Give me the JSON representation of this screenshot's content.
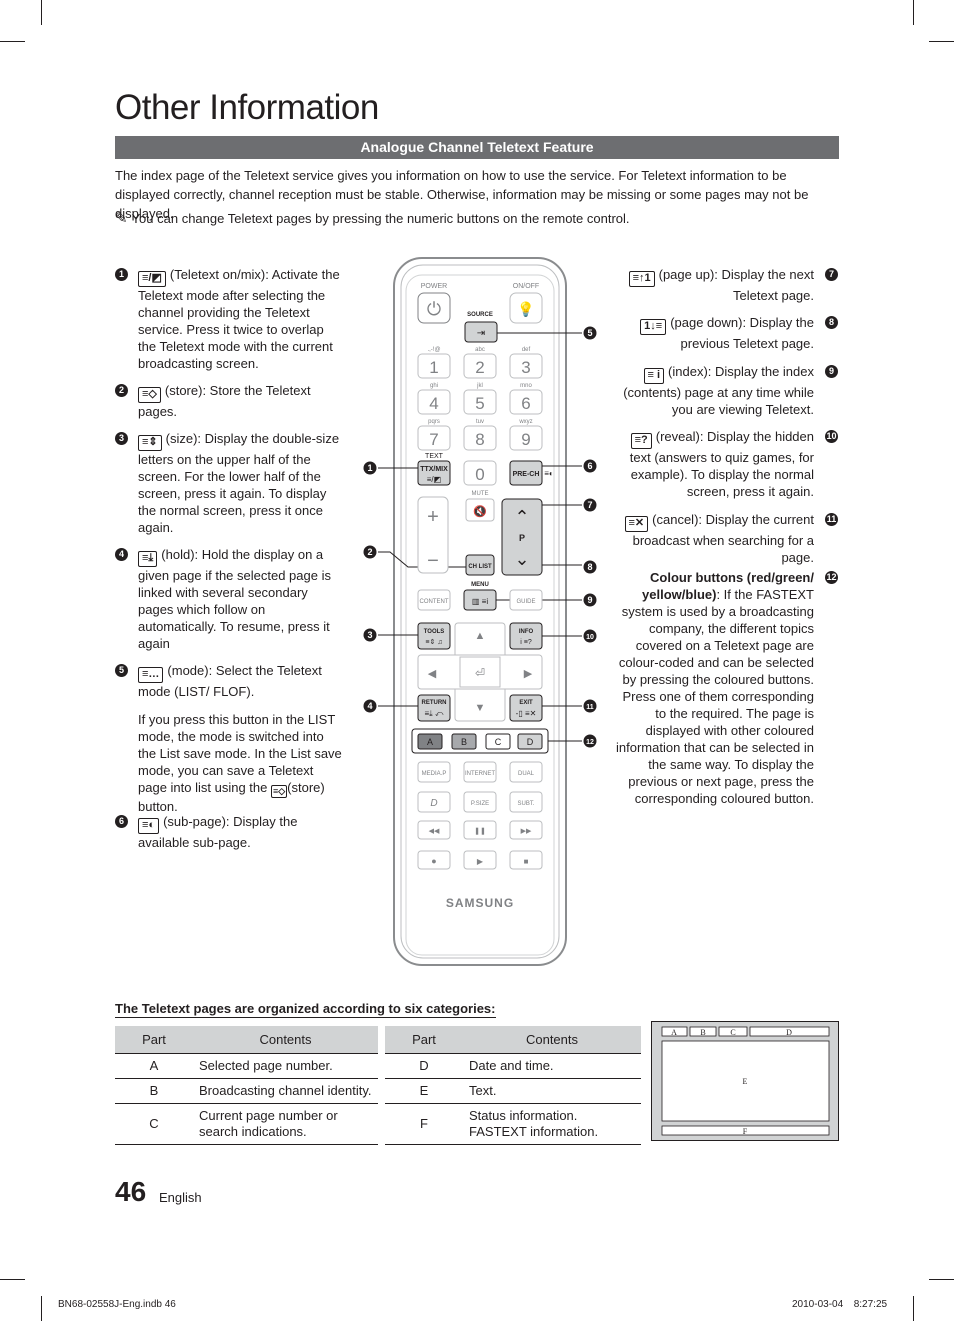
{
  "header": {
    "title": "Other Information",
    "section": "Analogue Channel Teletext Feature"
  },
  "intro": "The index page of the Teletext service gives you information on how to use the service. For Teletext information to be displayed correctly, channel reception must be stable. Otherwise, information may be missing or some pages may not be displayed.",
  "note": "You can change Teletext pages by pressing the numeric buttons on the remote control.",
  "items_left": [
    {
      "n": "1",
      "icon": "≡/◩",
      "text": "(Teletext on/mix): Activate the Teletext mode after selecting the channel providing the Teletext service. Press it twice to overlap the Teletext mode with the current broadcasting screen."
    },
    {
      "n": "2",
      "icon": "≡◇",
      "text": "(store): Store the Teletext pages."
    },
    {
      "n": "3",
      "icon": "≡⇕",
      "text": "(size): Display the double-size letters on the upper half of the screen. For the lower half of the screen, press it again. To display the normal screen, press it once again."
    },
    {
      "n": "4",
      "icon": "≡⤓",
      "text": "(hold): Hold the display on a given page if the selected page is linked with several secondary pages which follow on automatically. To resume, press it again"
    },
    {
      "n": "5",
      "icon": "≡…",
      "text": "(mode): Select the Teletext mode (LIST/ FLOF).",
      "text2": "If you press this button in the LIST mode, the mode is switched into the List save mode. In the List save mode, you can save a Teletext page into list using the ",
      "text2_icon": "≡◇",
      "text2_end": "(store) button."
    },
    {
      "n": "6",
      "icon": "≡◐",
      "text": "(sub-page): Display the available sub-page."
    }
  ],
  "items_right": [
    {
      "n": "7",
      "icon": "≡↑1",
      "text": "(page up): Display the next Teletext page."
    },
    {
      "n": "8",
      "icon": "1↓≡",
      "text": "(page down): Display the previous Teletext page."
    },
    {
      "n": "9",
      "icon": "≡ i",
      "text": "(index): Display the index (contents) page at any time while you are viewing Teletext."
    },
    {
      "n": "10",
      "icon": "≡?",
      "text": "(reveal): Display the hidden text (answers to quiz games, for example). To display the normal screen, press it again."
    },
    {
      "n": "11",
      "icon": "≡✕",
      "text": "(cancel): Display the current broadcast when searching for a page."
    },
    {
      "n": "12",
      "bold": "Colour buttons (red/green/ yellow/blue)",
      "text": ": If the FASTEXT system is used by a broadcasting company, the different topics covered on a Teletext page are colour-coded and can be selected by pressing the coloured buttons. Press one of them corresponding to the required. The page is displayed with other coloured information that can be selected in the same way. To display the previous or next page, press the corresponding coloured button."
    }
  ],
  "remote": {
    "power": "POWER",
    "onoff": "ON/OFF",
    "source": "SOURCE",
    "keys": [
      "1",
      "2",
      "3",
      "4",
      "5",
      "6",
      "7",
      "8",
      "9",
      "0"
    ],
    "subs": [
      ".,-!@",
      "abc",
      "def",
      "ghi",
      "jkl",
      "mno",
      "pqrs",
      "tuv",
      "wxyz"
    ],
    "text": "TEXT",
    "ttxmix": "TTX/MIX",
    "prech": "PRE-CH",
    "mute": "MUTE",
    "p": "P",
    "chlist": "CH LIST",
    "menu": "MENU",
    "content": "CONTENT",
    "guide": "GUIDE",
    "tools": "TOOLS",
    "info": "INFO",
    "return": "RETURN",
    "exit": "EXIT",
    "colors": [
      "A",
      "B",
      "C",
      "D"
    ],
    "media": "MEDIA.P",
    "internet": "INTERNET",
    "dual": "DUAL",
    "dsym": "D",
    "psize": "P.SIZE",
    "subt": "SUBT.",
    "brand": "SAMSUNG"
  },
  "table_title": "The Teletext pages are organized according to six categories:",
  "table_headers": [
    "Part",
    "Contents"
  ],
  "table1": [
    {
      "part": "A",
      "contents": "Selected page number."
    },
    {
      "part": "B",
      "contents": "Broadcasting channel identity."
    },
    {
      "part": "C",
      "contents": "Current page number or search indications."
    }
  ],
  "table2": [
    {
      "part": "D",
      "contents": "Date and time."
    },
    {
      "part": "E",
      "contents": "Text."
    },
    {
      "part": "F",
      "contents": "Status information. FASTEXT information."
    }
  ],
  "layout_labels": {
    "a": "A",
    "b": "B",
    "c": "C",
    "d": "D",
    "e": "E",
    "f": "F"
  },
  "footer": {
    "page": "46",
    "lang": "English",
    "file": "BN68-02558J-Eng.indb   46",
    "date": "2010-03-04     8:27:25"
  }
}
